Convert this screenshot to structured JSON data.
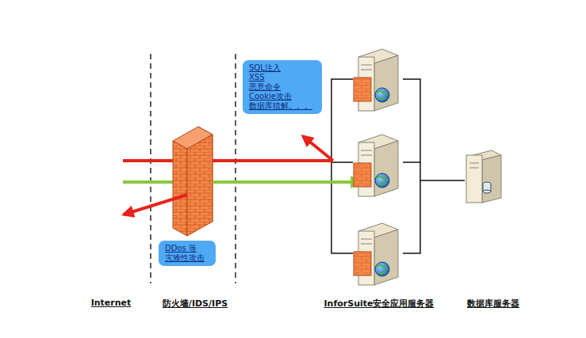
{
  "diagram": {
    "nodes": [
      {
        "text": [
          "SQL注入",
          "XSS",
          "恶意命令",
          "Cookie攻击",
          "数据库猜解。。。"
        ]
      },
      {
        "text": [
          "DDos 等",
          "灾难性攻击"
        ]
      }
    ],
    "labels": [
      "Internet",
      "防火墙/IDS/IPS",
      "InforSuite安全应用服务器",
      "数据库服务器"
    ]
  }
}
